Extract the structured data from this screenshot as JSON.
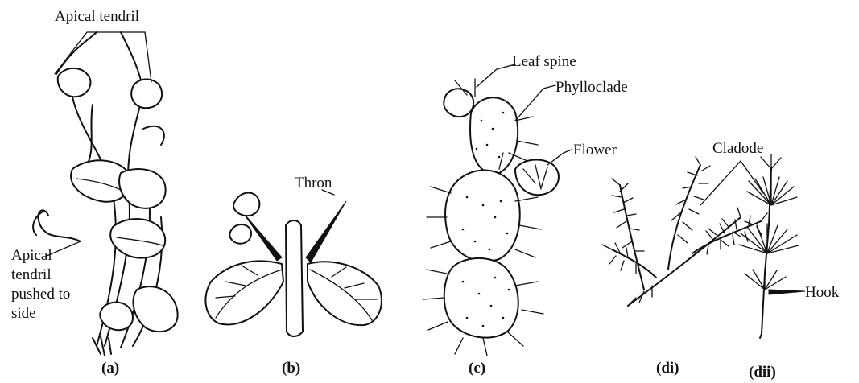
{
  "labels": {
    "apical_tendril": "Apical tendril",
    "apical_tendril_side_1": "Apical",
    "apical_tendril_side_2": "tendril",
    "apical_tendril_side_3": "pushed to",
    "apical_tendril_side_4": "side",
    "thorn": "Thron",
    "leaf_spine": "Leaf spine",
    "phylloclade": "Phylloclade",
    "flower": "Flower",
    "cladode": "Cladode",
    "hook": "Hook"
  },
  "captions": {
    "a": "(a)",
    "b": "(b)",
    "c": "(c)",
    "di": "(di)",
    "dii": "(dii)"
  }
}
